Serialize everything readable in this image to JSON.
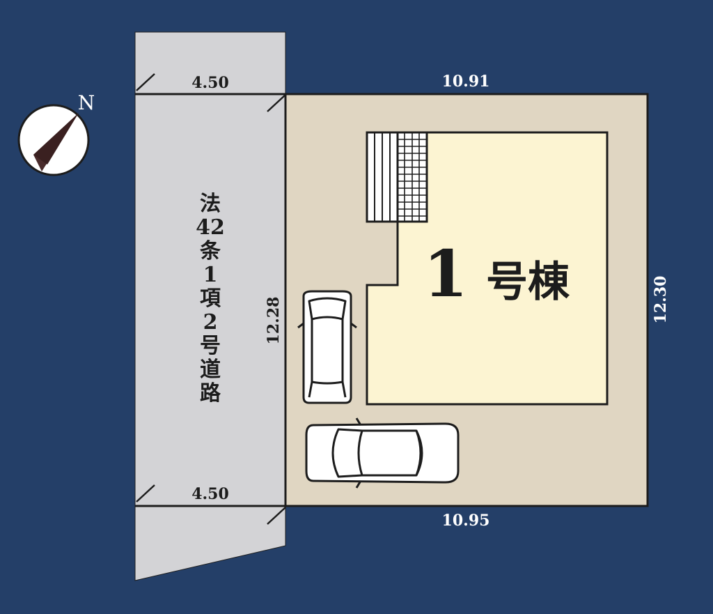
{
  "compass": {
    "label": "N"
  },
  "road": {
    "label_chars": [
      "法",
      "42",
      "条",
      "1",
      "項",
      "2",
      "号",
      "道",
      "路"
    ],
    "width_top": "4.50",
    "width_bottom": "4.50"
  },
  "lot": {
    "top_length": "10.91",
    "bottom_length": "10.95",
    "left_length": "12.28",
    "right_length": "12.30"
  },
  "building": {
    "number": "1",
    "suffix": "号棟"
  },
  "parking": {
    "count": 2
  },
  "colors": {
    "background": "#243f68",
    "road": "#d3d3d6",
    "lot": "#e0d6c2",
    "building": "#fcf4d2",
    "line": "#1c1c1c",
    "dimension_text": "#ffffff"
  }
}
